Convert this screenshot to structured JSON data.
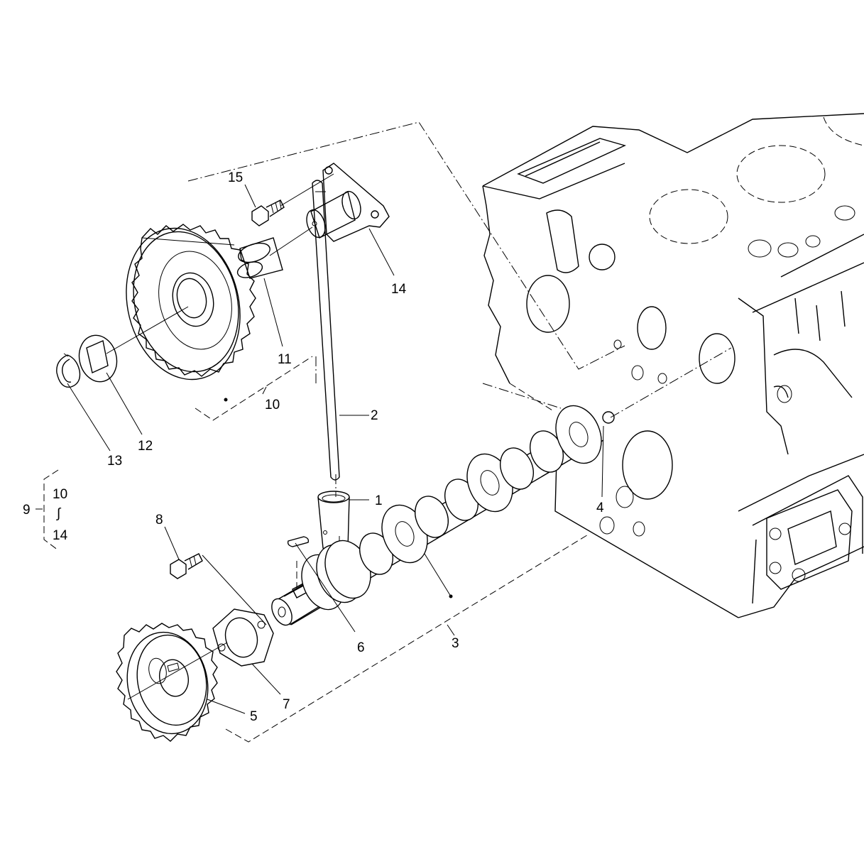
{
  "labels": {
    "part_1": "1",
    "part_2": "2",
    "part_3": "3",
    "part_4": "4",
    "part_5": "5",
    "part_6": "6",
    "part_7": "7",
    "part_8": "8",
    "part_9": "9",
    "part_10": "10",
    "part_11": "11",
    "part_12": "12",
    "part_13": "13",
    "part_14": "14",
    "part_15": "15",
    "group_from": "10",
    "group_tilde": "∫",
    "group_to": "14"
  }
}
